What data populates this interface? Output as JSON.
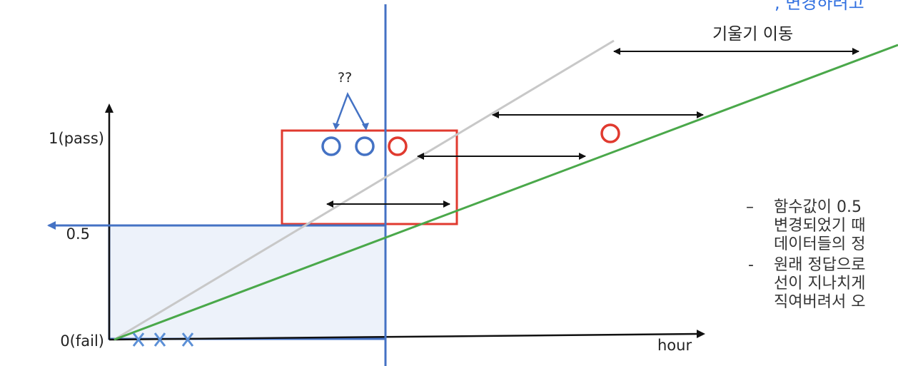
{
  "labels": {
    "y_top": "1(pass)",
    "y_mid": "0.5",
    "y_zero": "0(fail)",
    "x_axis": "hour",
    "question": "??",
    "slope_move": "기울기 이동",
    "top_cut": ", 변경하려고"
  },
  "notes": [
    {
      "bullet": "–",
      "line1": "함수값이 0.5",
      "line2": "변경되었기 때",
      "line3": "데이터들의 정"
    },
    {
      "bullet": "-",
      "line1": "원래 정답으로",
      "line2": "선이 지나치게",
      "line3": "직여버려서 오"
    }
  ],
  "colors": {
    "axis": "#111111",
    "blue": "#4472c4",
    "blue_fill": "#edf2fa",
    "red": "#e03a2f",
    "gray_line": "#c8c8c8",
    "green_line": "#4aa84a",
    "fail_marker": "#5b8fd6"
  }
}
